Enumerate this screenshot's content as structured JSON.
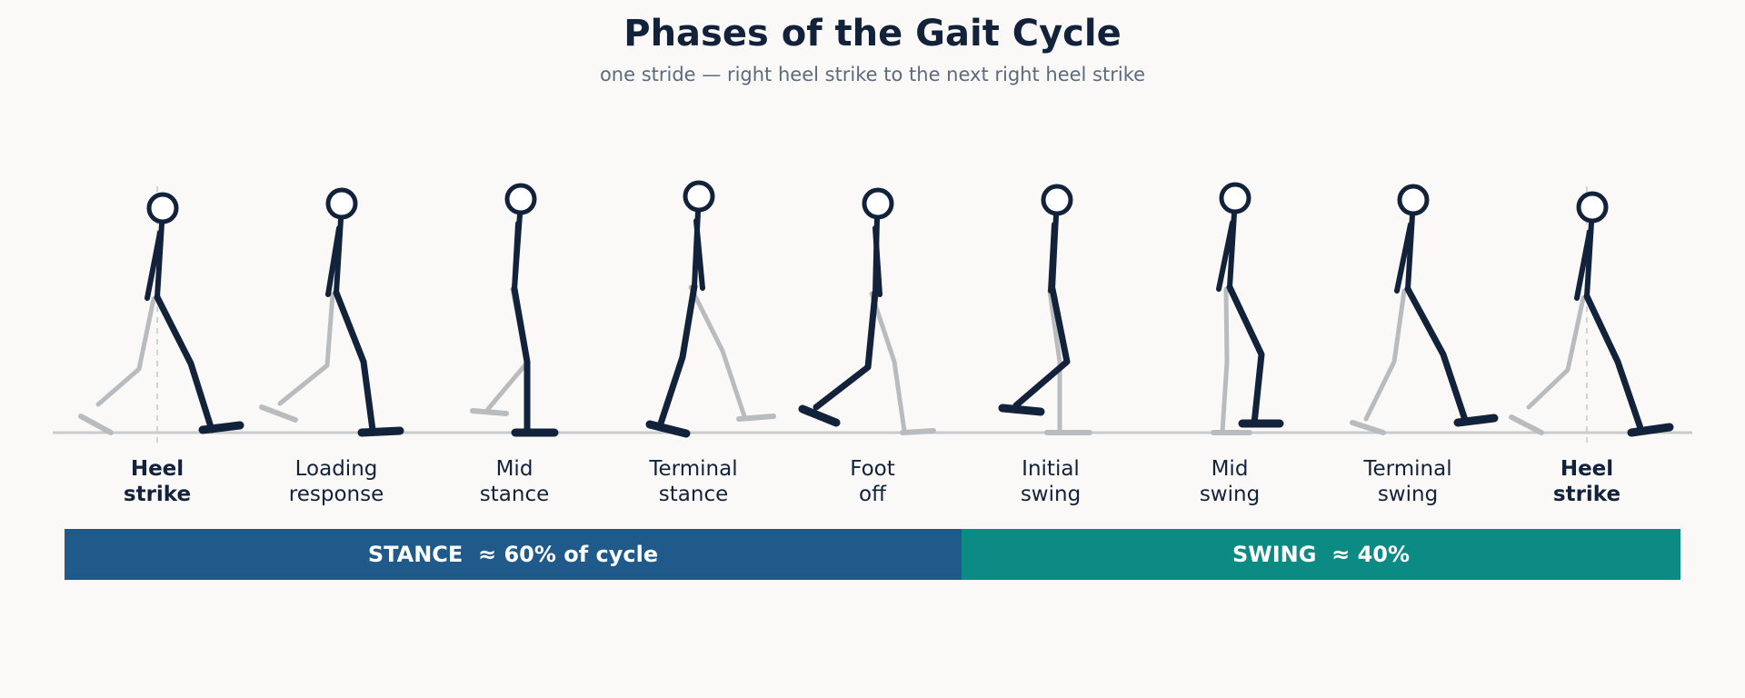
{
  "header": {
    "title": "Phases of the Gait Cycle",
    "subtitle": "one stride — right heel strike to the next right heel strike"
  },
  "phases": [
    {
      "line1": "Heel",
      "line2": "strike",
      "bold": true
    },
    {
      "line1": "Loading",
      "line2": "response",
      "bold": false
    },
    {
      "line1": "Mid",
      "line2": "stance",
      "bold": false
    },
    {
      "line1": "Terminal",
      "line2": "stance",
      "bold": false
    },
    {
      "line1": "Foot",
      "line2": "off",
      "bold": false
    },
    {
      "line1": "Initial",
      "line2": "swing",
      "bold": false
    },
    {
      "line1": "Mid",
      "line2": "swing",
      "bold": false
    },
    {
      "line1": "Terminal",
      "line2": "swing",
      "bold": false
    },
    {
      "line1": "Heel",
      "line2": "strike",
      "bold": true
    }
  ],
  "bars": {
    "stance": "STANCE  ≈ 60% of cycle",
    "swing": "SWING  ≈ 40%"
  },
  "colors": {
    "figure": "#12223a",
    "back_leg": "#b9bcbf",
    "stance_bar": "#1f5a8a",
    "swing_bar": "#0c8a84",
    "ground": "#c9ccce"
  }
}
